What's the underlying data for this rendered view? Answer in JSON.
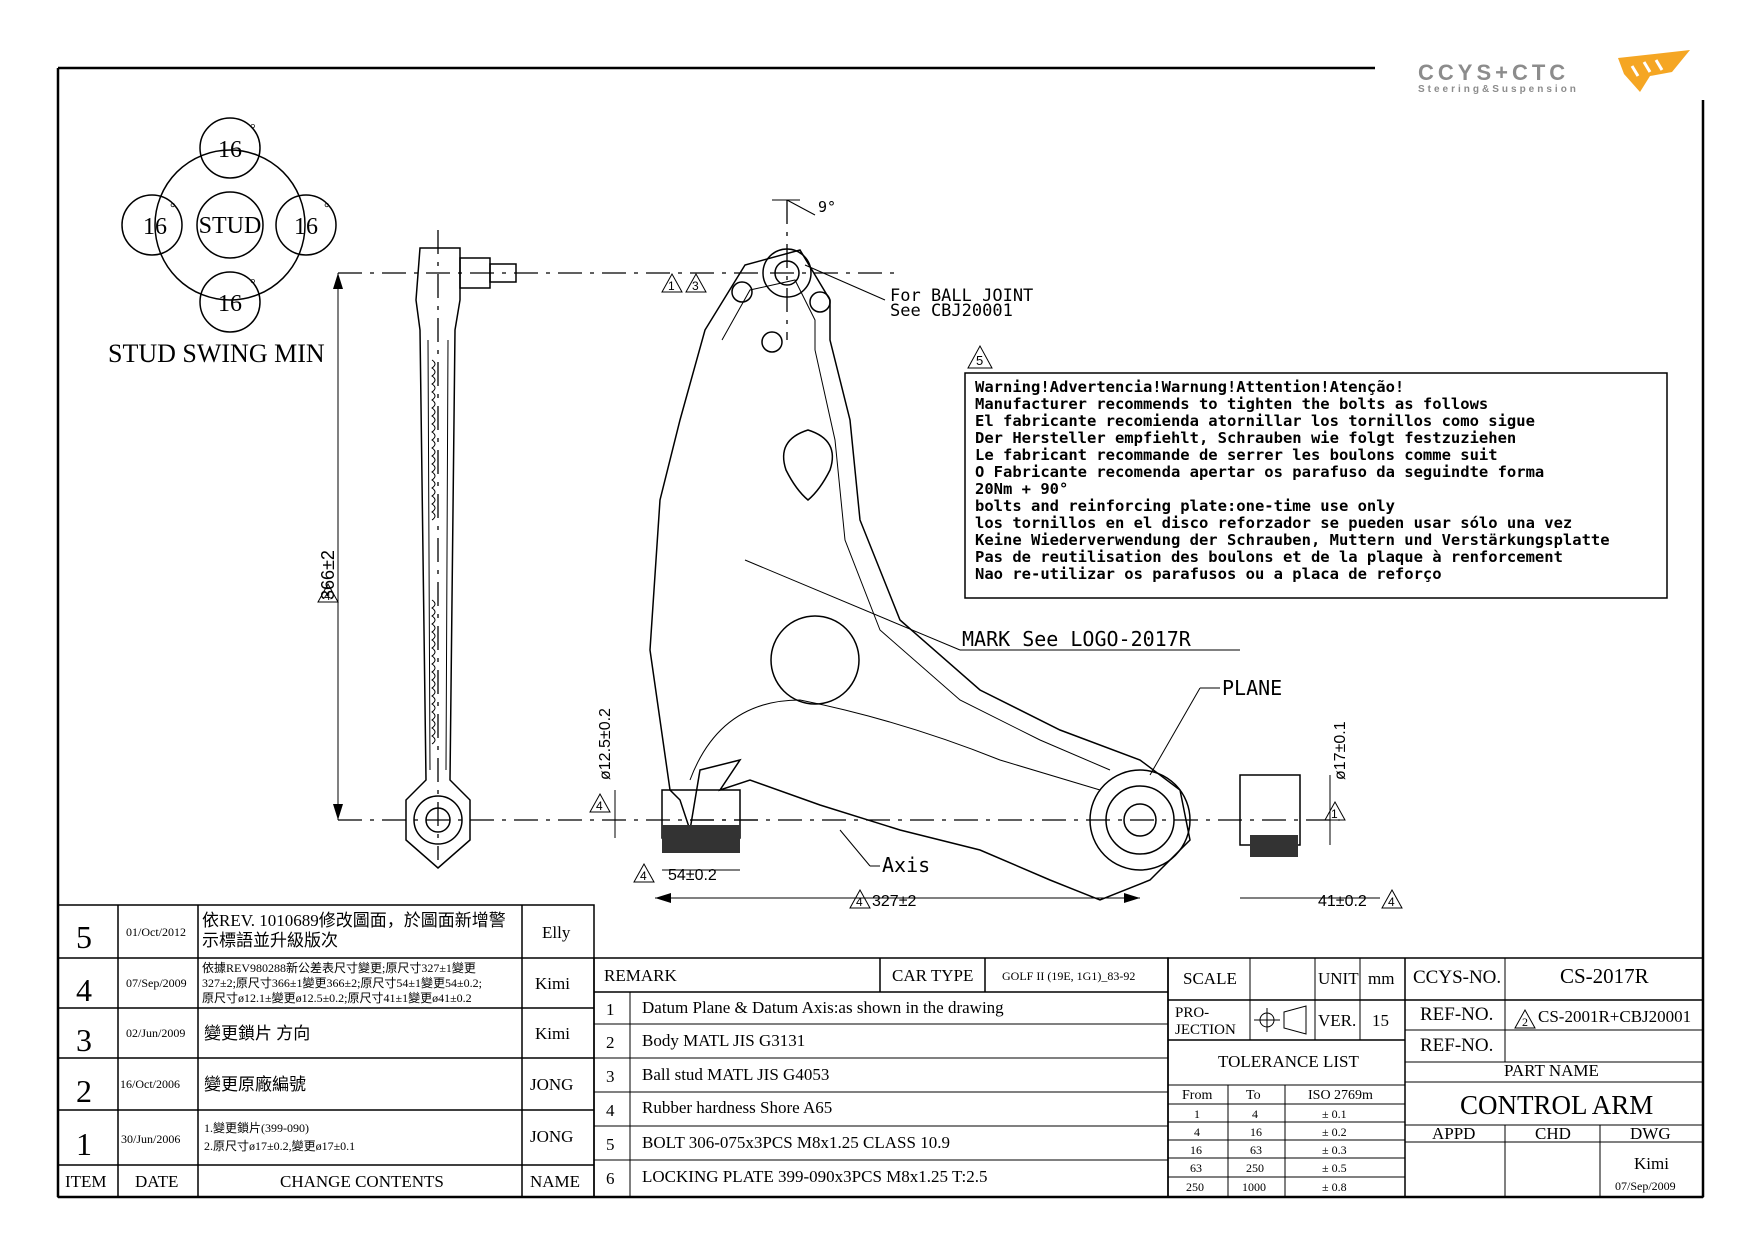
{
  "logo": {
    "brand": "CCYS+CTC",
    "tagline": "Steering&Suspension",
    "accent": "#f5a623",
    "gray": "#8c8c8c"
  },
  "stud_swing": {
    "top": "16",
    "left": "16",
    "right": "16",
    "bottom": "16",
    "degree": "°",
    "center": "STUD",
    "caption": "STUD SWING MIN"
  },
  "dims": {
    "length": "366±2",
    "angle": "9°",
    "dia_left": "ø12.5±0.2",
    "dia_right": "ø17±0.1",
    "width_left": "54±0.2",
    "span": "327±2",
    "width_right": "41±0.2"
  },
  "callouts": {
    "ball_joint_1": "For BALL JOINT",
    "ball_joint_2": "See CBJ20001",
    "mark": "MARK See LOGO-2017R",
    "plane": "PLANE",
    "axis": "Axis"
  },
  "symbols": {
    "rev1": "1",
    "rev3": "3",
    "rev4": "4",
    "rev5": "5",
    "rev2": "2"
  },
  "warning": [
    "Warning!Advertencia!Warnung!Attention!Atenção!",
    "Manufacturer recommends to tighten the bolts as follows",
    "El fabricante recomienda atornillar los tornillos como sigue",
    "Der Hersteller empfiehlt, Schrauben wie folgt festzuziehen",
    "Le fabricant recommande de serrer les boulons comme suit",
    "O Fabricante recomenda apertar os parafuso da seguindte forma",
    "20Nm + 90°",
    "bolts and reinforcing plate:one-time use only",
    "los tornillos en el disco reforzador se pueden usar sólo una vez",
    "Keine Wiederverwendung der Schrauben, Muttern und Verstärkungsplatte",
    "Pas de reutilisation des boulons et de la plaque à renforcement",
    "Nao re-utilizar os parafusos ou a placa de reforço"
  ],
  "revisions": {
    "rows": [
      {
        "item": "5",
        "date": "01/Oct/2012",
        "content": [
          "依REV. 1010689修改圖面，於圖面新增警",
          "示標語並升級版次"
        ],
        "name": "Elly"
      },
      {
        "item": "4",
        "date": "07/Sep/2009",
        "content": [
          "依據REV980288新公差表尺寸變更;原尺寸327±1變更",
          "327±2;原尺寸366±1變更366±2;原尺寸54±1變更54±0.2;",
          "原尺寸ø12.1±變更ø12.5±0.2;原尺寸41±1變更ø41±0.2"
        ],
        "name": "Kimi"
      },
      {
        "item": "3",
        "date": "02/Jun/2009",
        "content": [
          "變更鎖片 方向"
        ],
        "name": "Kimi"
      },
      {
        "item": "2",
        "date": "16/Oct/2006",
        "content": [
          "變更原廠編號"
        ],
        "name": "JONG"
      },
      {
        "item": "1",
        "date": "30/Jun/2006",
        "content": [
          "1.變更鎖片(399-090)",
          "2.原尺寸ø17±0.2,變更ø17±0.1"
        ],
        "name": "JONG"
      }
    ],
    "header": {
      "item": "ITEM",
      "date": "DATE",
      "content": "CHANGE CONTENTS",
      "name": "NAME"
    }
  },
  "remarks": {
    "label": "REMARK",
    "car_type_label": "CAR TYPE",
    "car_type": "GOLF II (19E, 1G1)_83-92",
    "items": [
      {
        "no": "1",
        "text": "Datum Plane & Datum Axis:as shown in the drawing"
      },
      {
        "no": "2",
        "text": "Body MATL JIS G3131"
      },
      {
        "no": "3",
        "text": "Ball stud MATL JIS G4053"
      },
      {
        "no": "4",
        "text": "Rubber hardness Shore A65"
      },
      {
        "no": "5",
        "text": "BOLT 306-075x3PCS M8x1.25 CLASS 10.9"
      },
      {
        "no": "6",
        "text": "LOCKING PLATE 399-090x3PCS M8x1.25 T:2.5"
      }
    ]
  },
  "titleblock": {
    "scale_label": "SCALE",
    "unit_label": "UNIT",
    "unit": "mm",
    "projection_label": "PRO-\nJECTION",
    "ver_label": "VER.",
    "ver": "15",
    "tolerance_title": "TOLERANCE LIST",
    "tol_headers": [
      "From",
      "To",
      "ISO 2769m"
    ],
    "tolerances": [
      [
        "1",
        "4",
        "± 0.1"
      ],
      [
        "4",
        "16",
        "± 0.2"
      ],
      [
        "16",
        "63",
        "± 0.3"
      ],
      [
        "63",
        "250",
        "± 0.5"
      ],
      [
        "250",
        "1000",
        "± 0.8"
      ]
    ],
    "ccys_label": "CCYS-NO.",
    "ccys_no": "CS-2017R",
    "ref_label": "REF-NO.",
    "ref_no": "CS-2001R+CBJ20001",
    "ref2_label": "REF-NO.",
    "part_name_label": "PART NAME",
    "part_name": "CONTROL ARM",
    "appd": "APPD",
    "chd": "CHD",
    "dwg": "DWG",
    "drawer": "Kimi",
    "draw_date": "07/Sep/2009"
  }
}
